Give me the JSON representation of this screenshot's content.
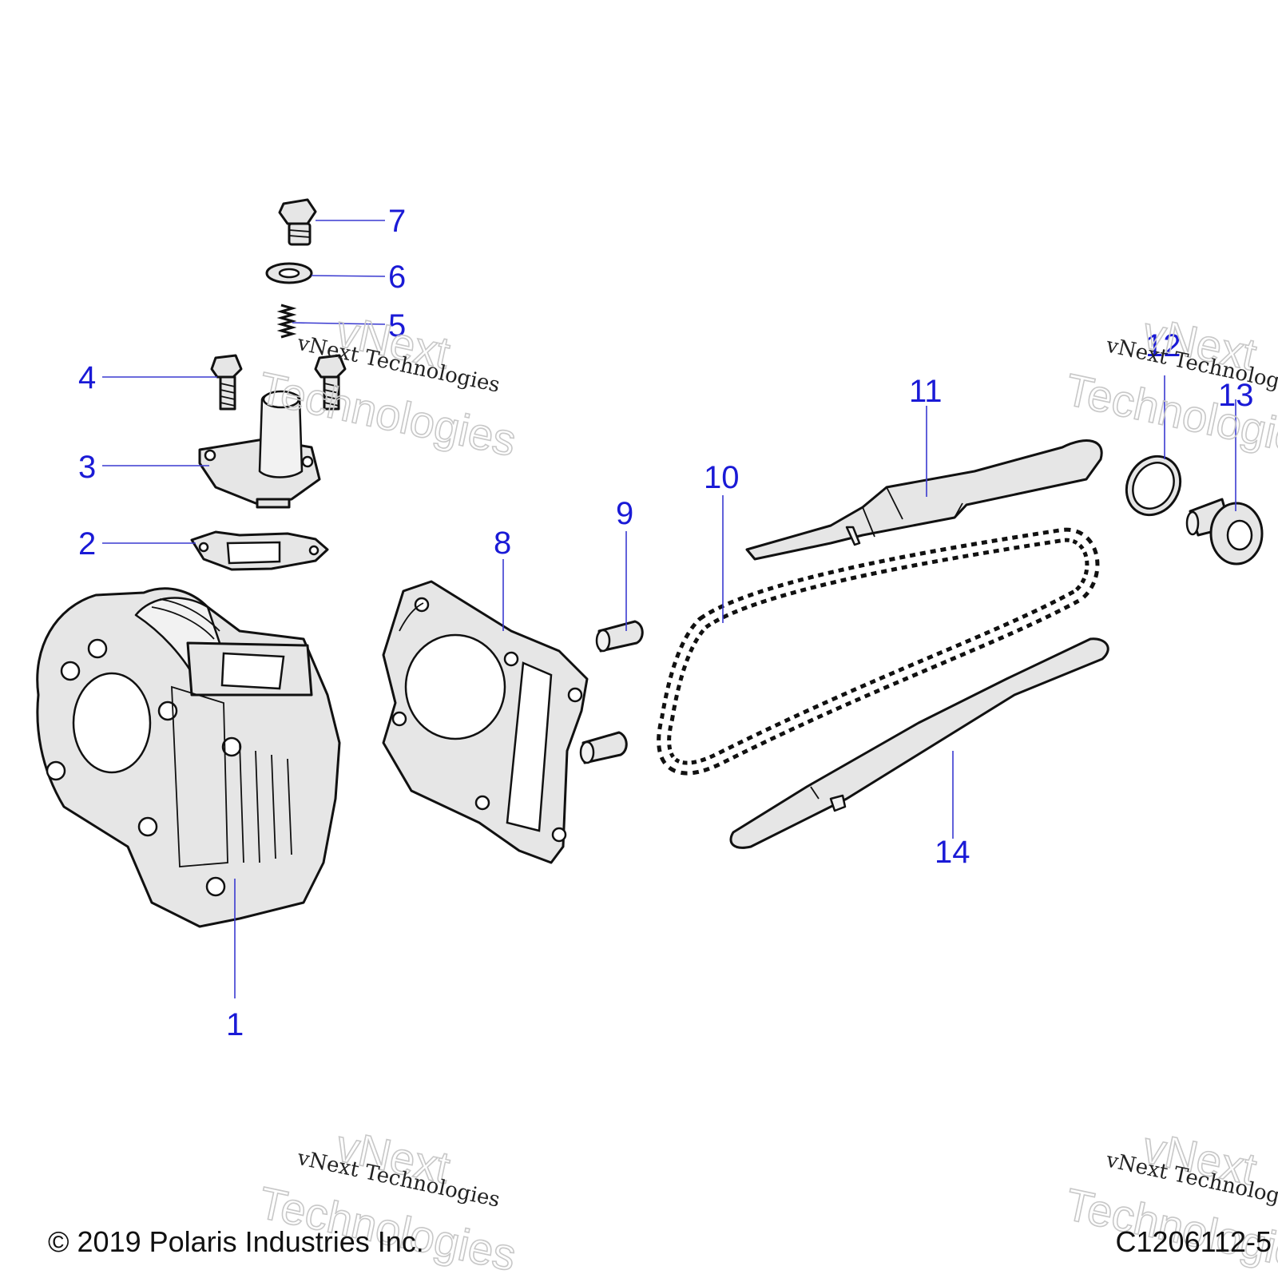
{
  "diagram": {
    "callouts": [
      "1",
      "2",
      "3",
      "4",
      "5",
      "6",
      "7",
      "8",
      "9",
      "10",
      "11",
      "12",
      "13",
      "14"
    ],
    "copyright": "© 2019 Polaris Industries Inc.",
    "figure_id": "C1206112-5",
    "watermark": {
      "line1": "vNext Technologies",
      "line2a": "vNext",
      "line2b": "Technologies"
    },
    "colors": {
      "callout": "#1a1ad6",
      "outline": "#111111",
      "part_fill": "#e6e6e6"
    }
  }
}
